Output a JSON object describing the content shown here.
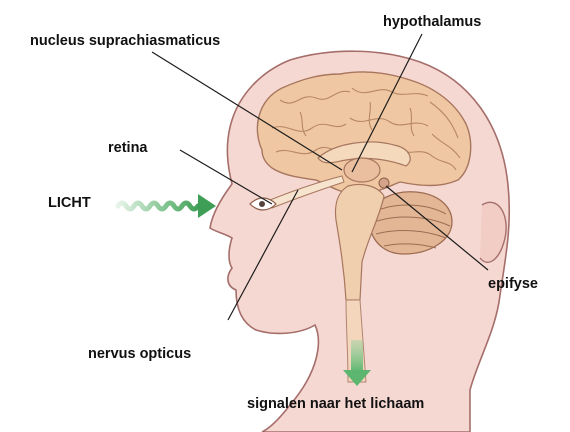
{
  "labels": {
    "nucleus": "nucleus suprachiasmaticus",
    "hypothalamus": "hypothalamus",
    "retina": "retina",
    "licht": "LICHT",
    "epifyse": "epifyse",
    "nervus": "nervus opticus",
    "signalen": "signalen naar het lichaam"
  },
  "colors": {
    "skin": "#f6d8d2",
    "outline": "#a56e6a",
    "brain": "#efc8a3",
    "leader_line": "#1c1c1c",
    "arrow_green": "#57b06a",
    "label_text": "#111111"
  }
}
